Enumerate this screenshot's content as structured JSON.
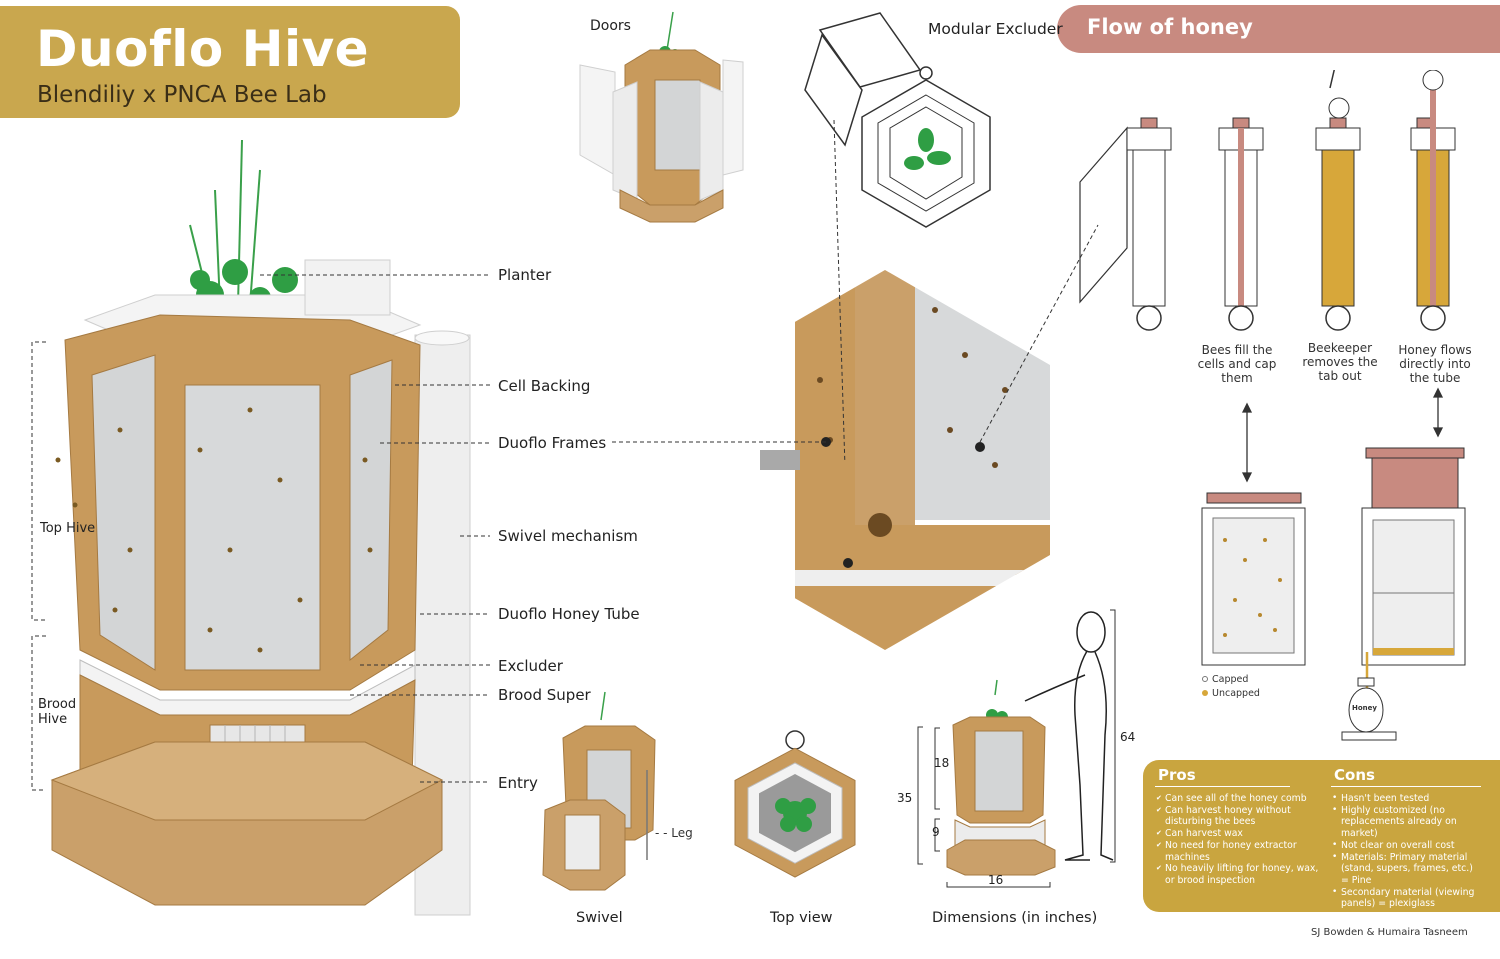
{
  "header": {
    "title": "Duoflo Hive",
    "subtitle": "Blendiliy x PNCA Bee Lab"
  },
  "flow_section": {
    "title": "Flow of honey",
    "steps": [
      {
        "caption": "Bees fill the cells and cap them"
      },
      {
        "caption": "Beekeeper removes the tab out"
      },
      {
        "caption": "Honey flows directly into the tube"
      }
    ],
    "legend": {
      "capped": "Capped",
      "uncapped": "Uncapped"
    },
    "jar_label": "Honey"
  },
  "main_labels": {
    "planter": "Planter",
    "cell_backing": "Cell Backing",
    "duoflo_frames": "Duoflo Frames",
    "swivel_mechanism": "Swivel mechanism",
    "duoflo_honey_tube": "Duoflo Honey Tube",
    "excluder": "Excluder",
    "brood_super": "Brood Super",
    "entry": "Entry",
    "top_hive": "Top Hive",
    "brood_hive": "Brood Hive"
  },
  "small_views": {
    "doors": "Doors",
    "modular_excluder": "Modular Excluder",
    "swivel": "Swivel",
    "leg": "Leg",
    "top_view": "Top view",
    "dimensions": "Dimensions (in inches)"
  },
  "dimensions": {
    "d18": "18",
    "d9": "9",
    "d35": "35",
    "d16": "16",
    "d64": "64"
  },
  "pros": {
    "title": "Pros",
    "items": [
      "Can see all of the honey comb",
      "Can harvest honey without disturbing the bees",
      "Can harvest wax",
      "No need for honey extractor machines",
      "No heavily lifting for honey, wax, or brood inspection"
    ]
  },
  "cons": {
    "title": "Cons",
    "items": [
      "Hasn't been tested",
      "Highly customized (no replacements already on market)",
      "Not clear on overall cost",
      "Materials: Primary material (stand, supers, frames, etc.) = Pine",
      "Secondary material (viewing panels) = plexiglass"
    ]
  },
  "credit": "SJ Bowden & Humaira Tasneem",
  "colors": {
    "gold": "#c9a74e",
    "rose": "#c88a80",
    "wood": "#c89a5c",
    "honey": "#d7a73a",
    "panel": "#d3d5d6"
  }
}
